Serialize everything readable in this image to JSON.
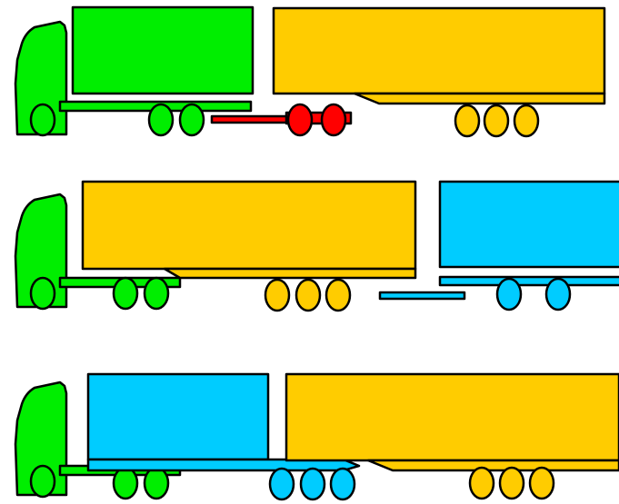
{
  "colors": {
    "green": "#00ee00",
    "yellow": "#ffcc00",
    "blue": "#00ccff",
    "red": "#ff0000",
    "outline": "#000000",
    "background": "#ffffff"
  },
  "combinations": [
    {
      "units": [
        "truck",
        "dolly",
        "semitrailer"
      ],
      "colors": [
        "green",
        "red",
        "yellow"
      ]
    },
    {
      "units": [
        "tractor",
        "semitrailer",
        "full-trailer"
      ],
      "colors": [
        "green",
        "yellow",
        "blue"
      ]
    },
    {
      "units": [
        "tractor",
        "link-trailer",
        "semitrailer"
      ],
      "colors": [
        "green",
        "blue",
        "yellow"
      ]
    }
  ]
}
